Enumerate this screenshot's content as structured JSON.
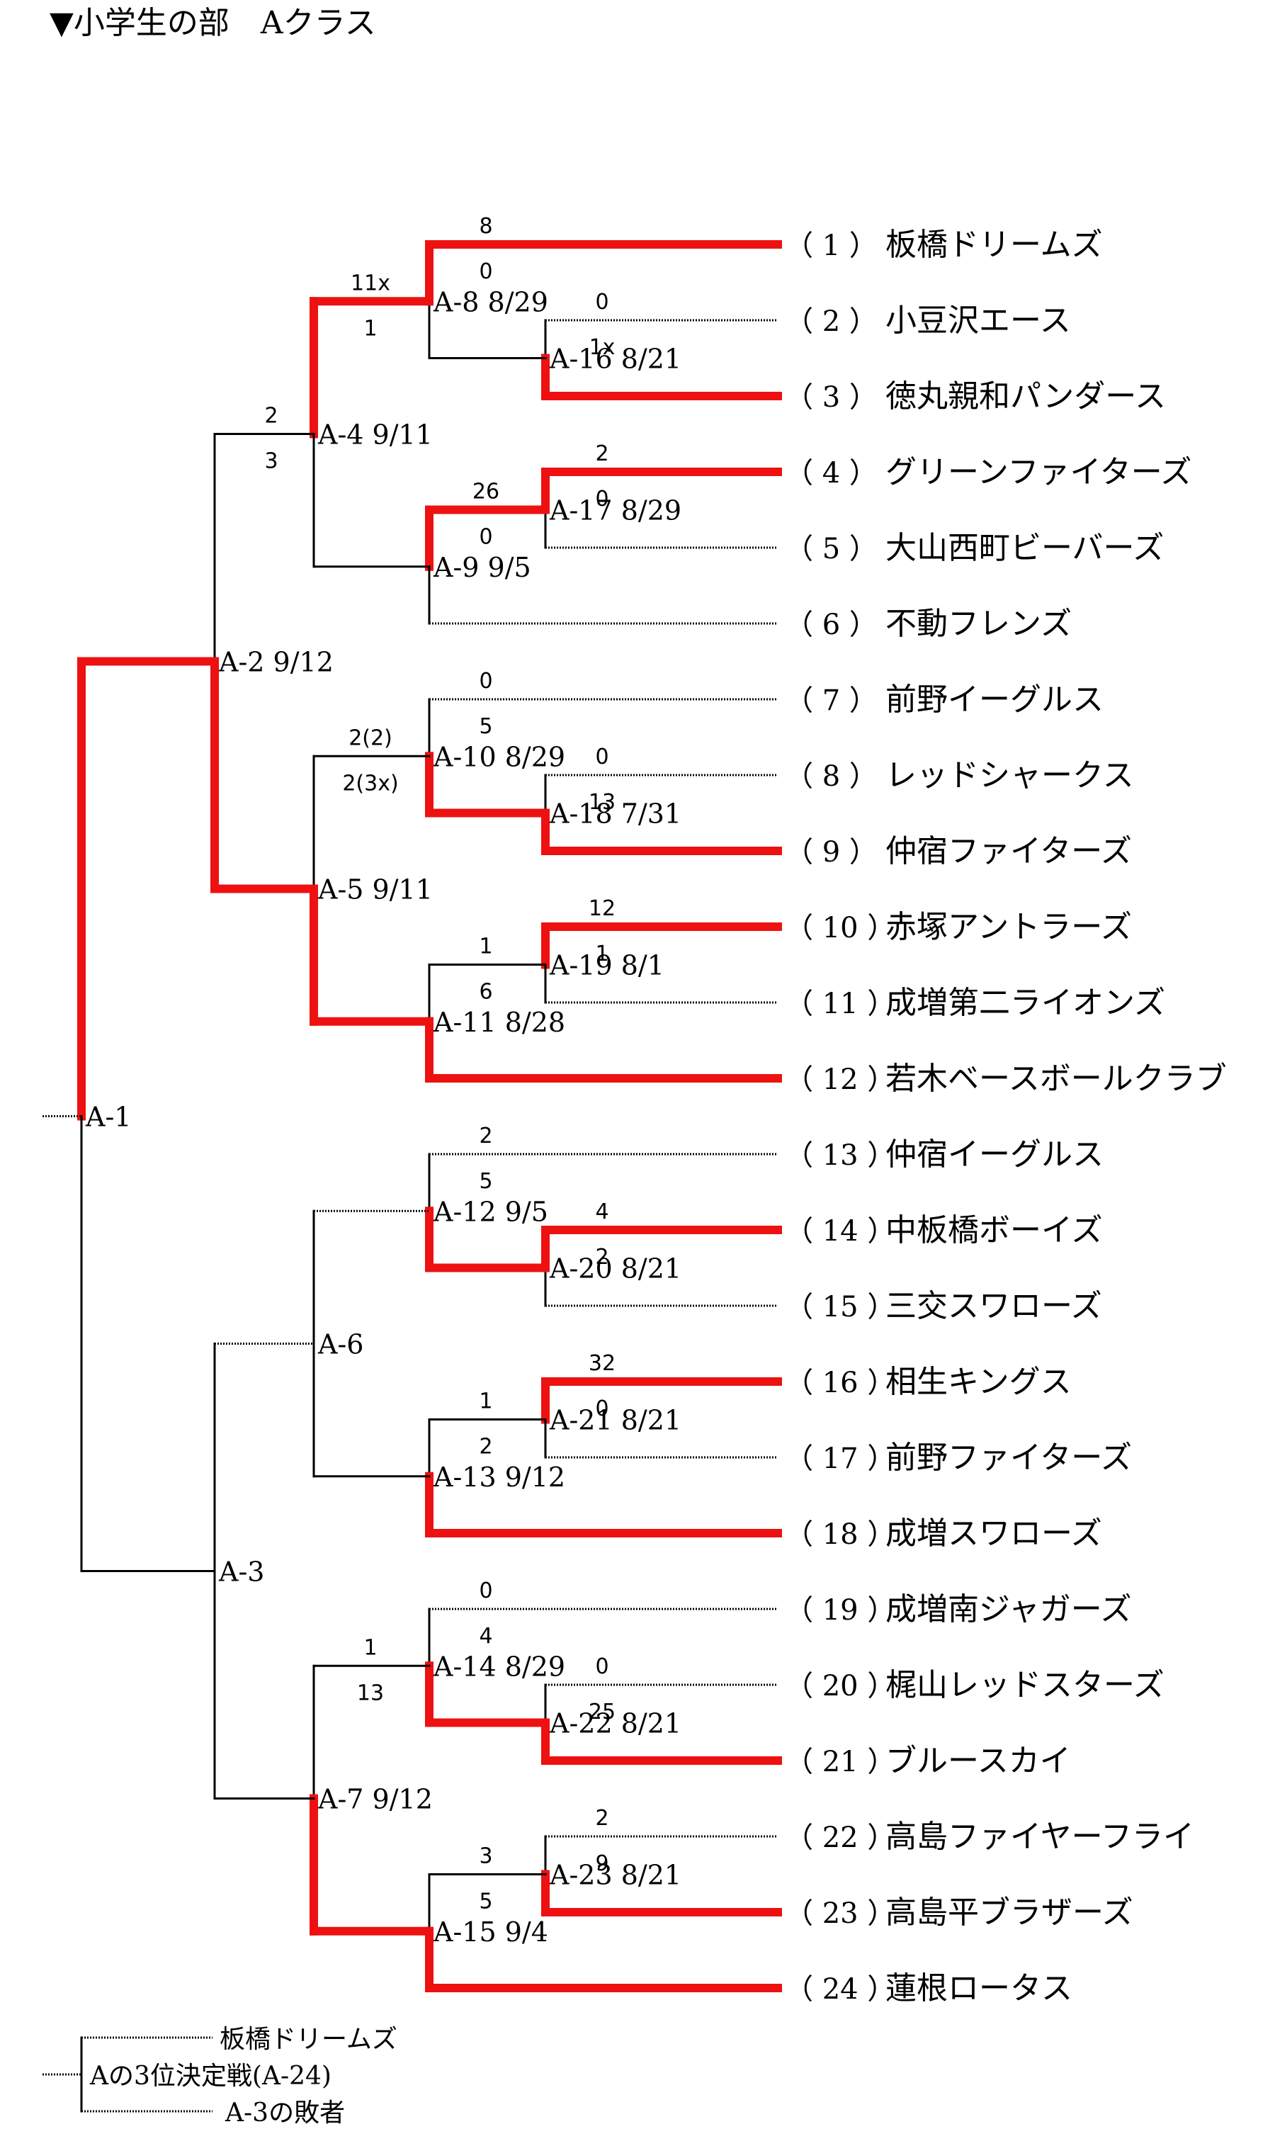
{
  "title": "▼小学生の部　Aクラス",
  "colors": {
    "win": "#ee1111",
    "line": "#000000",
    "text": "#000000"
  },
  "teams": [
    {
      "no": "（ 1 ）",
      "name": "板橋ドリームズ"
    },
    {
      "no": "（ 2 ）",
      "name": "小豆沢エース"
    },
    {
      "no": "（ 3 ）",
      "name": "徳丸親和パンダース"
    },
    {
      "no": "（ 4 ）",
      "name": "グリーンファイターズ"
    },
    {
      "no": "（ 5 ）",
      "name": "大山西町ビーバーズ"
    },
    {
      "no": "（ 6 ）",
      "name": "不動フレンズ"
    },
    {
      "no": "（ 7 ）",
      "name": "前野イーグルス"
    },
    {
      "no": "（ 8 ）",
      "name": "レッドシャークス"
    },
    {
      "no": "（ 9 ）",
      "name": "仲宿ファイターズ"
    },
    {
      "no": "（ 10 ）",
      "name": "赤塚アントラーズ"
    },
    {
      "no": "（ 11 ）",
      "name": "成増第二ライオンズ"
    },
    {
      "no": "（ 12 ）",
      "name": "若木ベースボールクラブ"
    },
    {
      "no": "（ 13 ）",
      "name": "仲宿イーグルス"
    },
    {
      "no": "（ 14 ）",
      "name": "中板橋ボーイズ"
    },
    {
      "no": "（ 15 ）",
      "name": "三交スワローズ"
    },
    {
      "no": "（ 16 ）",
      "name": "相生キングス"
    },
    {
      "no": "（ 17 ）",
      "name": "前野ファイターズ"
    },
    {
      "no": "（ 18 ）",
      "name": "成増スワローズ"
    },
    {
      "no": "（ 19 ）",
      "name": "成増南ジャガーズ"
    },
    {
      "no": "（ 20 ）",
      "name": "梶山レッドスターズ"
    },
    {
      "no": "（ 21 ）",
      "name": "ブルースカイ"
    },
    {
      "no": "（ 22 ）",
      "name": "高島ファイヤーフライ"
    },
    {
      "no": "（ 23 ）",
      "name": "高島平ブラザーズ"
    },
    {
      "no": "（ 24 ）",
      "name": "蓮根ロータス"
    }
  ],
  "games": [
    {
      "label": "A-16 8/21",
      "top": "0",
      "bottom": "1x"
    },
    {
      "label": "A-17 8/29",
      "top": "2",
      "bottom": "0"
    },
    {
      "label": "A-18 7/31",
      "top": "0",
      "bottom": "13"
    },
    {
      "label": "A-19 8/1",
      "top": "12",
      "bottom": "1"
    },
    {
      "label": "A-20 8/21",
      "top": "4",
      "bottom": "2"
    },
    {
      "label": "A-21 8/21",
      "top": "32",
      "bottom": "0"
    },
    {
      "label": "A-22 8/21",
      "top": "0",
      "bottom": "25"
    },
    {
      "label": "A-23 8/21",
      "top": "2",
      "bottom": "9"
    },
    {
      "label": "A-8 8/29",
      "top": "8",
      "bottom": "0"
    },
    {
      "label": "A-9 9/5",
      "top": "26",
      "bottom": "0"
    },
    {
      "label": "A-10 8/29",
      "top": "0",
      "bottom": "5"
    },
    {
      "label": "A-11 8/28",
      "top": "1",
      "bottom": "6"
    },
    {
      "label": "A-12 9/5",
      "top": "2",
      "bottom": "5"
    },
    {
      "label": "A-13 9/12",
      "top": "1",
      "bottom": "2"
    },
    {
      "label": "A-14 8/29",
      "top": "0",
      "bottom": "4"
    },
    {
      "label": "A-15 9/4",
      "top": "3",
      "bottom": "5"
    },
    {
      "label": "A-4 9/11",
      "top": "11x",
      "bottom": "1"
    },
    {
      "label": "A-5 9/11",
      "top": "2(2)",
      "bottom": "2(3x)"
    },
    {
      "label": "A-6",
      "top": "",
      "bottom": ""
    },
    {
      "label": "A-7 9/12",
      "top": "1",
      "bottom": "13"
    },
    {
      "label": "A-2 9/12",
      "top": "2",
      "bottom": "3"
    },
    {
      "label": "A-3",
      "top": "",
      "bottom": ""
    },
    {
      "label": "A-1",
      "top": "",
      "bottom": ""
    }
  ],
  "third_place": {
    "label": "Aの3位決定戦(A-24)",
    "top": "板橋ドリームズ",
    "bottom": "A-3の敗者"
  }
}
